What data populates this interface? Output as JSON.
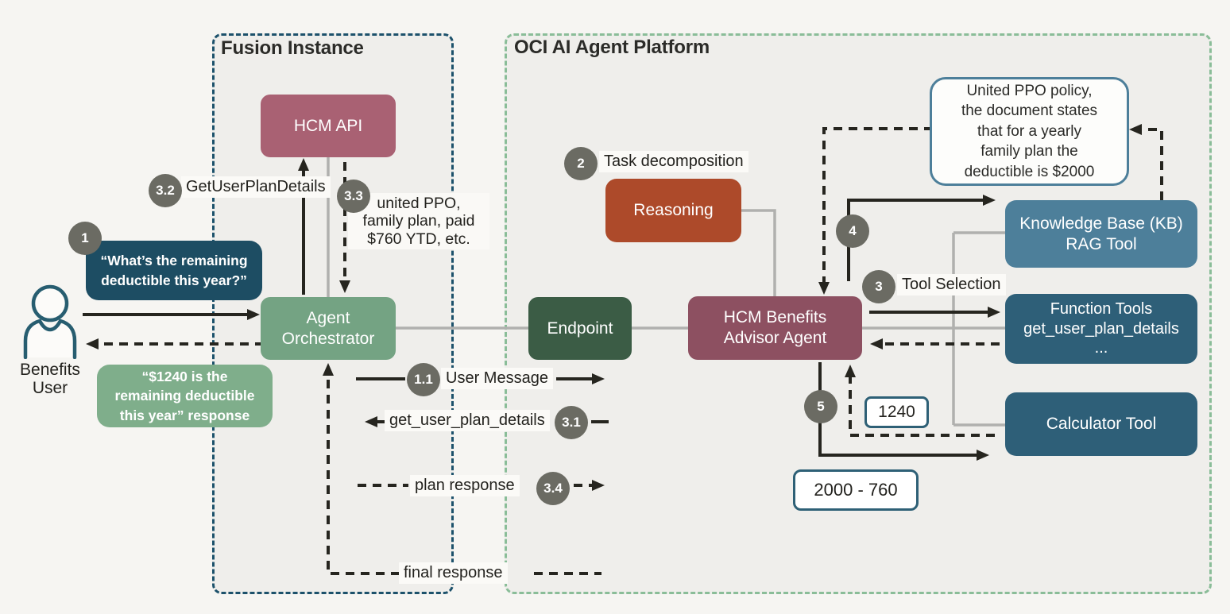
{
  "panels": {
    "fusion": {
      "title": "Fusion Instance"
    },
    "oci": {
      "title": "OCI AI Agent Platform"
    }
  },
  "actor": {
    "name": "Benefits\nUser"
  },
  "nodes": {
    "hcm_api": {
      "label": "HCM API"
    },
    "orchestrator": {
      "label": "Agent\nOrchestrator"
    },
    "endpoint": {
      "label": "Endpoint"
    },
    "reasoning": {
      "label": "Reasoning"
    },
    "advisor_agent": {
      "label": "HCM Benefits\nAdvisor Agent"
    },
    "kb_rag": {
      "label": "Knowledge Base (KB)\nRAG Tool"
    },
    "function_tools": {
      "label": "Function Tools\nget_user_plan_details\n..."
    },
    "calculator": {
      "label": "Calculator Tool"
    }
  },
  "messages": {
    "user_query": "“What’s the remaining\ndeductible this year?”",
    "final_answer": "“$1240 is the\nremaining deductible\nthis year” response",
    "kb_result": "United PPO policy,\nthe document states\nthat for a yearly\nfamily plan the\ndeductible is $2000",
    "calc_expression": "2000 - 760",
    "calc_result": "1240"
  },
  "steps": {
    "s1": {
      "num": "1"
    },
    "s1_1": {
      "num": "1.1",
      "label": "User Message"
    },
    "s2": {
      "num": "2",
      "label": "Task decomposition"
    },
    "s3": {
      "num": "3",
      "label": "Tool Selection"
    },
    "s3_1": {
      "num": "3.1",
      "label": "get_user_plan_details"
    },
    "s3_2": {
      "num": "3.2",
      "label": "GetUserPlanDetails"
    },
    "s3_3": {
      "num": "3.3",
      "label": "united PPO,\nfamily plan, paid\n$760 YTD, etc."
    },
    "s3_4": {
      "num": "3.4",
      "label": "plan response"
    },
    "s4": {
      "num": "4"
    },
    "s5": {
      "num": "5"
    },
    "final": {
      "label": "final response"
    }
  },
  "colors": {
    "fusion_border": "#1c516b",
    "oci_border": "#8abd98",
    "panel_fill": "#efeeeb",
    "hcm_api": "#a96173",
    "advisor_agent": "#8d5061",
    "orchestrator": "#74a383",
    "response_bubble": "#7fae8b",
    "query_bubble": "#1d4d63",
    "endpoint": "#3b5c45",
    "reasoning": "#ad4a2a",
    "kb_rag": "#4d7f9a",
    "tool_box": "#2e5f78",
    "badge": "#6b6b63",
    "arrow": "#26251f",
    "connector_gray": "#b0b0ae"
  }
}
